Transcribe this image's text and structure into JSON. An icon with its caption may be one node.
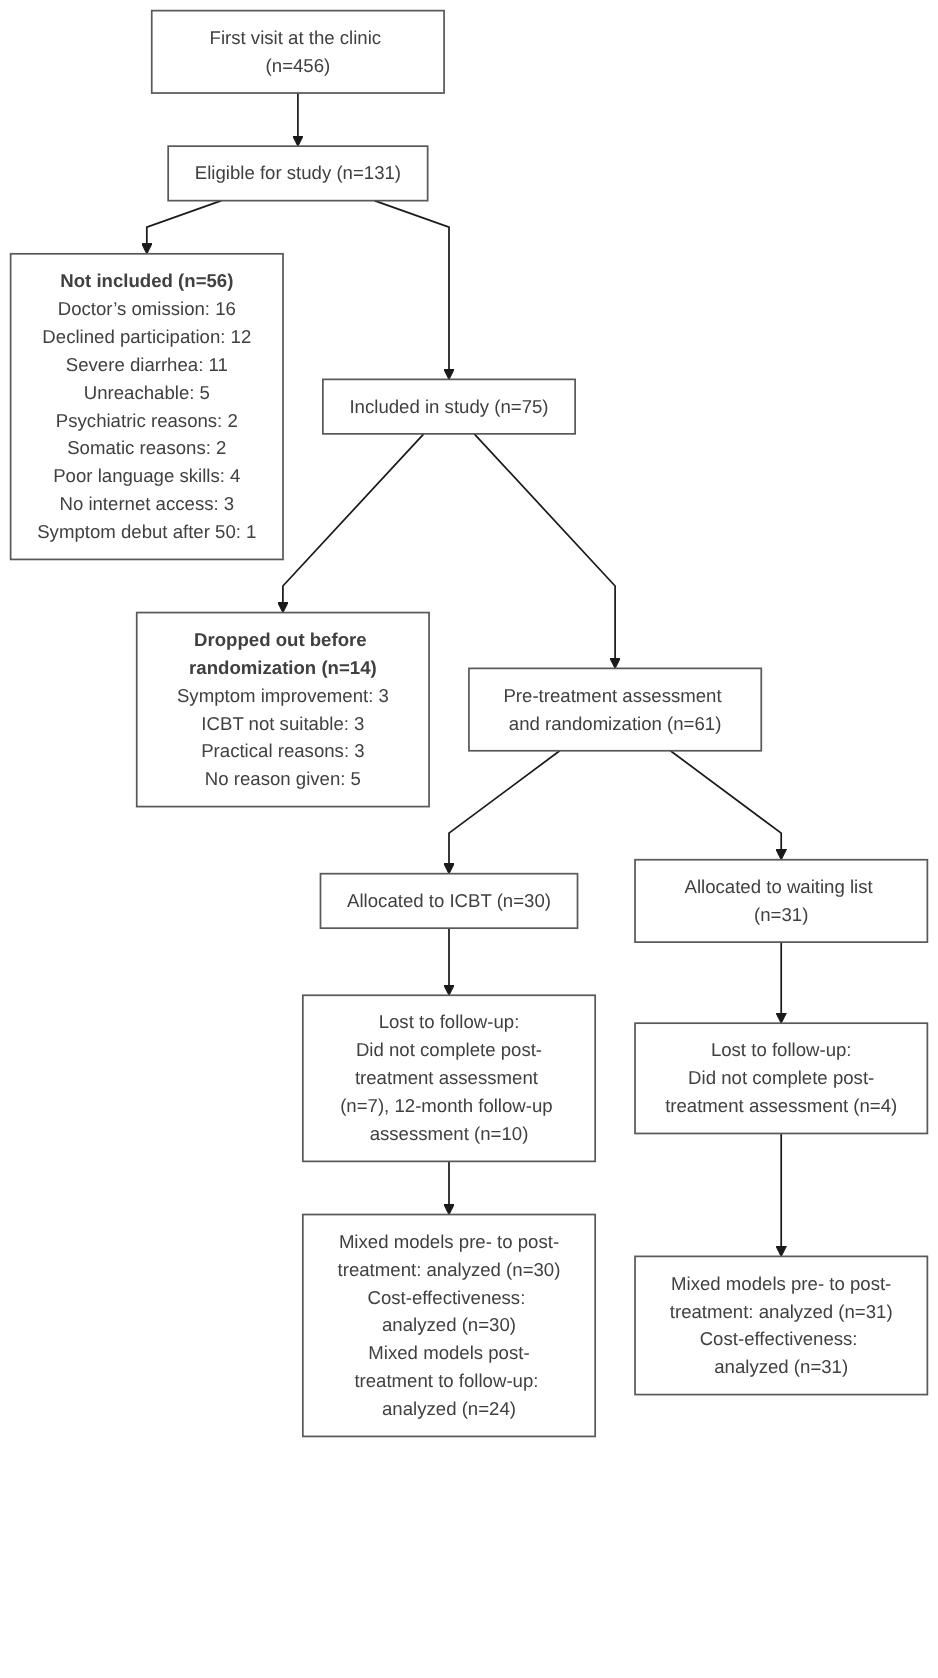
{
  "diagram": {
    "nodes": [
      {
        "text": [
          "First visit at the clinic (n=456)"
        ]
      },
      {
        "text": [
          "Not included (n=56)",
          "Doctor’s omission: 16",
          "Declined participation: 12",
          "Severe diarrhea: 11",
          "Unreachable: 5",
          "Psychiatric reasons: 2",
          "Somatic reasons: 2",
          "Poor language skills: 4",
          "No internet access: 3",
          "Symptom debut after 50: 1"
        ]
      },
      {
        "text": [
          "Eligible for study (n=131)"
        ]
      },
      {
        "text": [
          "Included in study (n=75)"
        ]
      },
      {
        "text": [
          "Dropped out before randomization (n=14)",
          "Symptom improvement: 3",
          "ICBT not suitable: 3",
          "Practical reasons: 3",
          "No reason given: 5"
        ]
      },
      {
        "text": [
          "Pre-treatment assessment and randomization (n=61)"
        ]
      },
      {
        "text": [
          "Allocated to ICBT (n=30)"
        ]
      },
      {
        "text": [
          "Allocated to waiting list (n=31)"
        ]
      },
      {
        "text": [
          "Lost to follow-up:",
          "Did not complete post-treatment assessment (n=7), 12-month follow-up assessment (n=10)"
        ]
      },
      {
        "text": [
          "Lost to follow-up:",
          "Did not complete post-treatment assessment (n=4)"
        ]
      },
      {
        "text": [
          "Mixed models pre- to post-treatment: analyzed (n=30)",
          "Cost-effectiveness: analyzed (n=30)",
          "Mixed models post-treatment to follow-up: analyzed (n=24)"
        ]
      },
      {
        "text": [
          "Mixed models pre- to post-treatment: analyzed (n=31)",
          "Cost-effectiveness: analyzed (n=31)"
        ]
      }
    ],
    "edges": [
      {
        "from": 0,
        "to": 2,
        "arrow": "to"
      },
      {
        "from": 2,
        "to": 1,
        "arrow": "to"
      },
      {
        "from": 2,
        "to": 3,
        "arrow": "to"
      },
      {
        "from": 3,
        "to": 4,
        "arrow": "to"
      },
      {
        "from": 3,
        "to": 5,
        "arrow": "to"
      },
      {
        "from": 5,
        "to": 6,
        "arrow": "to"
      },
      {
        "from": 5,
        "to": 7,
        "arrow": "to"
      },
      {
        "from": 6,
        "to": 8,
        "arrow": "to"
      },
      {
        "from": 7,
        "to": 9,
        "arrow": "to"
      },
      {
        "from": 8,
        "to": 10,
        "arrow": "to"
      },
      {
        "from": 9,
        "to": 11,
        "arrow": "to"
      }
    ]
  }
}
